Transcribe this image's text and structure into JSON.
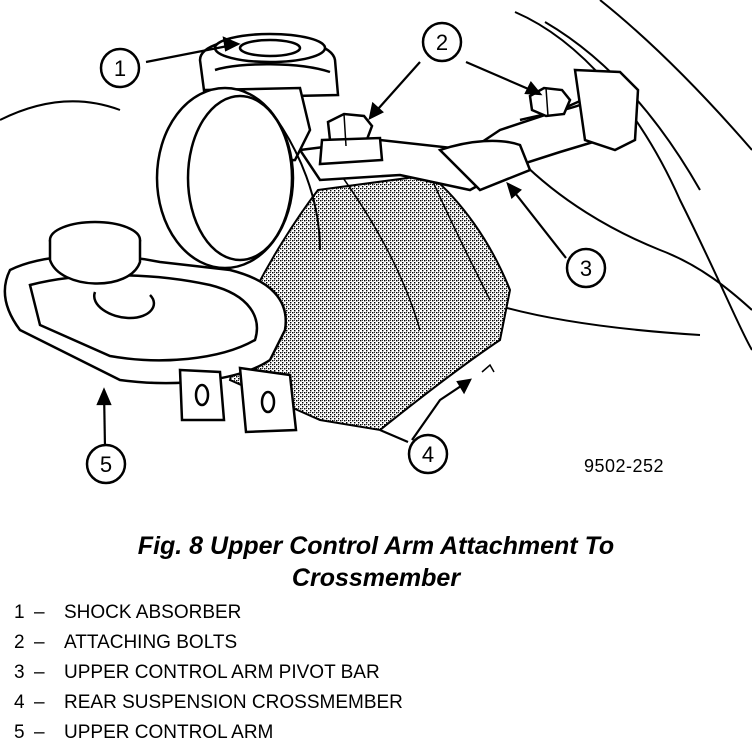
{
  "diagram": {
    "callouts": [
      "1",
      "2",
      "3",
      "4",
      "5"
    ],
    "figure_id": "9502-252"
  },
  "caption": {
    "line1": "Fig. 8 Upper Control Arm Attachment To",
    "line2": "Crossmember"
  },
  "legend": [
    {
      "num": "1",
      "dash": "–",
      "label": "SHOCK ABSORBER"
    },
    {
      "num": "2",
      "dash": "–",
      "label": "ATTACHING BOLTS"
    },
    {
      "num": "3",
      "dash": "–",
      "label": "UPPER CONTROL ARM PIVOT BAR"
    },
    {
      "num": "4",
      "dash": "–",
      "label": "REAR SUSPENSION CROSSMEMBER"
    },
    {
      "num": "5",
      "dash": "–",
      "label": "UPPER CONTROL ARM"
    }
  ]
}
